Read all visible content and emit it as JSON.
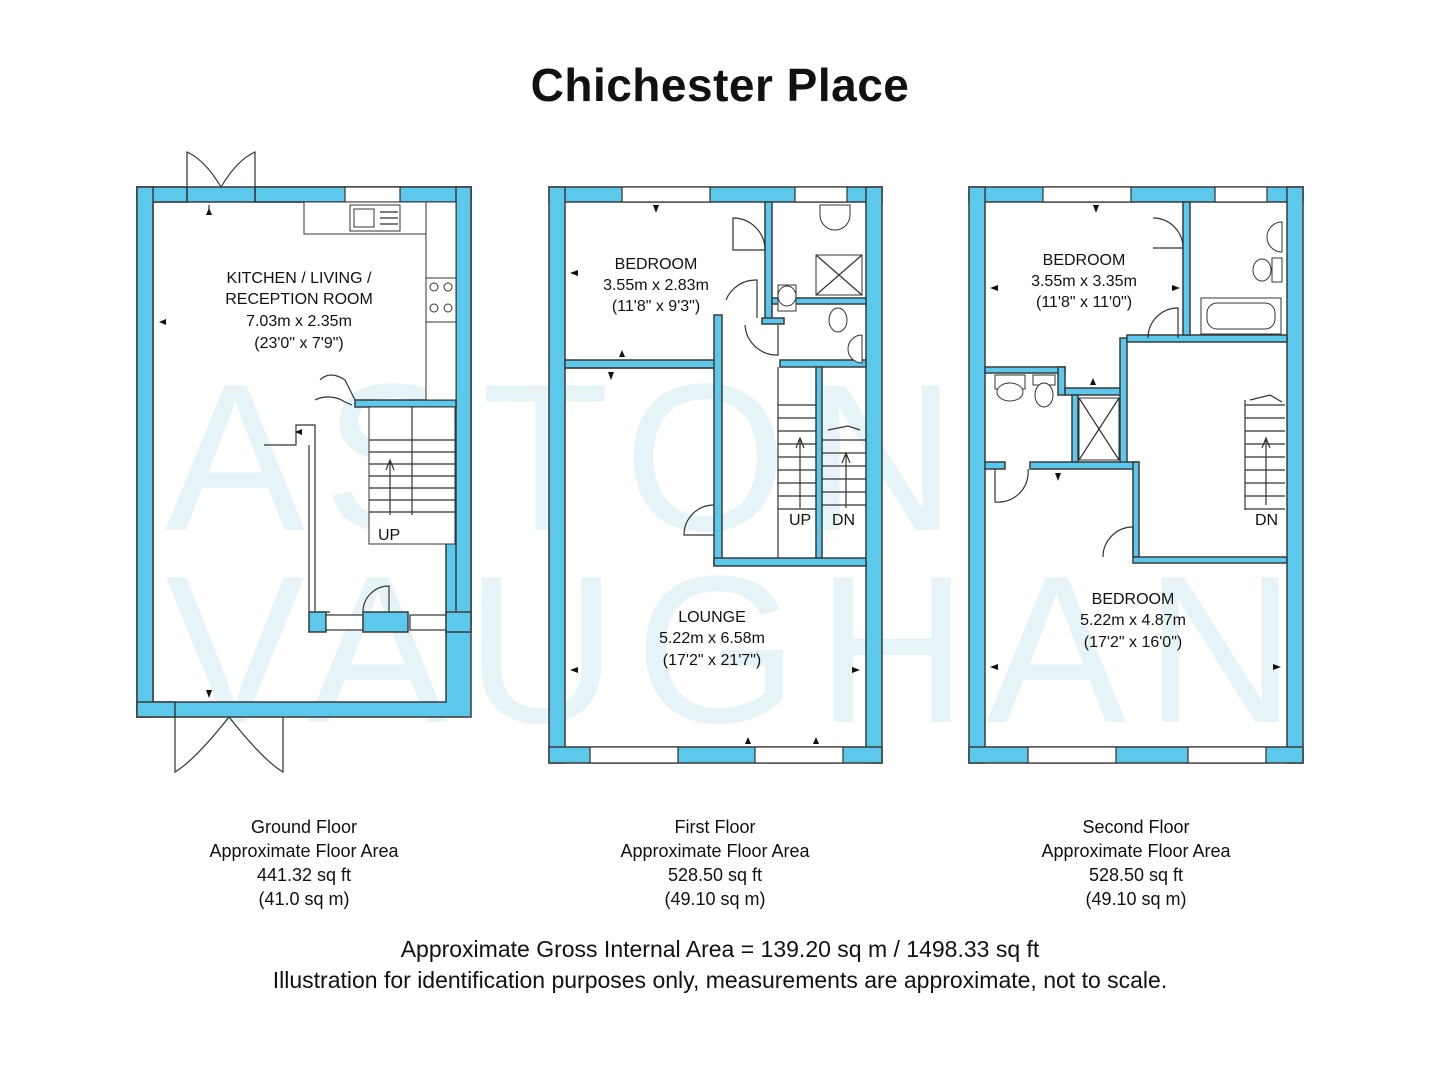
{
  "title": "Chichester Place",
  "watermark": {
    "line1": "ASTON",
    "line2": "VAUGHAN"
  },
  "colors": {
    "wall": "#5bc8ec",
    "watermark": "#e6f4f7",
    "text": "#111111"
  },
  "floors": [
    {
      "caption": {
        "name": "Ground Floor",
        "area_label": "Approximate Floor Area",
        "sqft": "441.32 sq ft",
        "sqm": "(41.0 sq m)"
      },
      "rooms": [
        {
          "l1": "KITCHEN / LIVING /",
          "l2": "RECEPTION ROOM",
          "l3": "7.03m x 2.35m",
          "l4": "(23'0\" x 7'9\")"
        }
      ],
      "stair_labels": [
        "UP"
      ]
    },
    {
      "caption": {
        "name": "First Floor",
        "area_label": "Approximate Floor Area",
        "sqft": "528.50 sq ft",
        "sqm": "(49.10 sq m)"
      },
      "rooms": [
        {
          "l1": "BEDROOM",
          "l2": "3.55m x 2.83m",
          "l3": "(11'8\" x 9'3\")"
        },
        {
          "l1": "LOUNGE",
          "l2": "5.22m x 6.58m",
          "l3": "(17'2\" x 21'7\")"
        }
      ],
      "stair_labels": [
        "UP",
        "DN"
      ]
    },
    {
      "caption": {
        "name": "Second Floor",
        "area_label": "Approximate Floor Area",
        "sqft": "528.50 sq ft",
        "sqm": "(49.10 sq m)"
      },
      "rooms": [
        {
          "l1": "BEDROOM",
          "l2": "3.55m x 3.35m",
          "l3": "(11'8\" x 11'0\")"
        },
        {
          "l1": "BEDROOM",
          "l2": "5.22m x 4.87m",
          "l3": "(17'2\" x 16'0\")"
        }
      ],
      "stair_labels": [
        "DN"
      ]
    }
  ],
  "footer": {
    "gross_area": "Approximate Gross Internal Area = 139.20 sq m / 1498.33 sq ft",
    "disclaimer": "Illustration for identification purposes only, measurements are approximate, not to scale."
  }
}
